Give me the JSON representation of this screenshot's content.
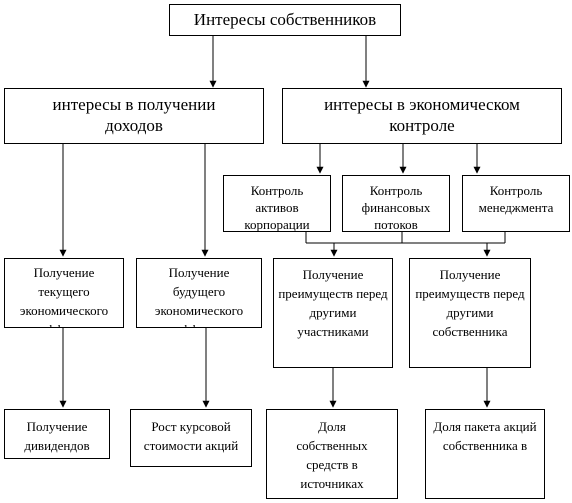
{
  "diagram": {
    "root": "Интересы собственников",
    "income": {
      "label": "интересы в получении доходов",
      "children": [
        "Получение текущего экономического эффекта",
        "Получение будущего экономического эффекта"
      ],
      "results": [
        "Получение дивидендов",
        "Рост курсовой стоимости акций"
      ]
    },
    "control": {
      "label": "интересы в экономическом контроле",
      "children": [
        "Контроль активов корпорации",
        "Контроль финансовых потоков",
        "Контроль менеджмента"
      ],
      "advantages": [
        "Получение преимуществ перед другими участниками",
        "Получение преимуществ перед другими собственника"
      ],
      "results": [
        "Доля собственных средств в источниках финансирования",
        "Доля пакета акций собственника в"
      ]
    }
  }
}
